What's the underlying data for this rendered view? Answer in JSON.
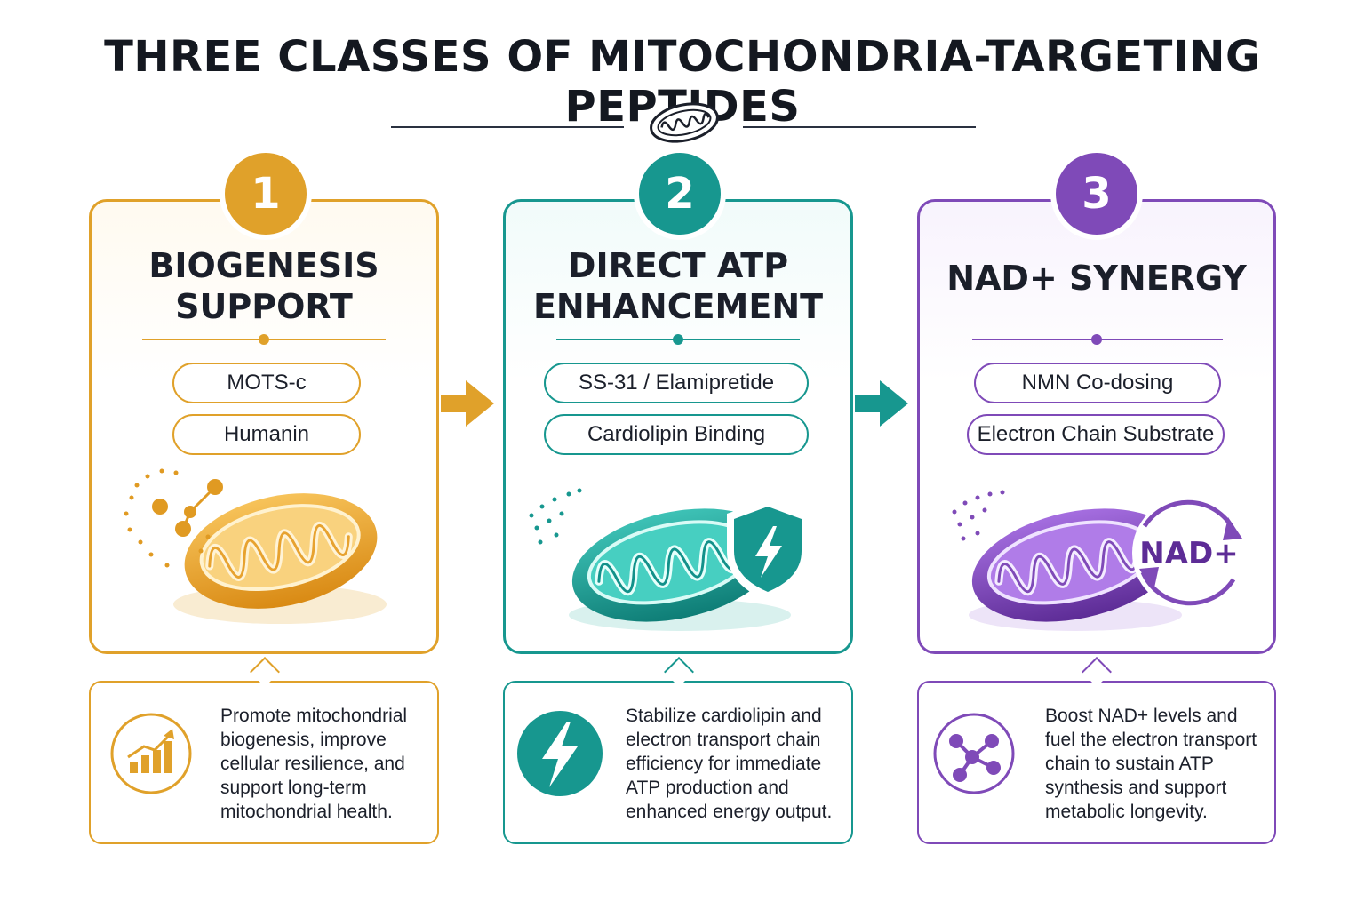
{
  "title": "THREE CLASSES OF MITOCHONDRIA-TARGETING PEPTIDES",
  "colors": {
    "gold": "#e0a12a",
    "teal": "#17978f",
    "purple": "#7f4ab8"
  },
  "panels": [
    {
      "number": "1",
      "heading_line1": "BIOGENESIS",
      "heading_line2": "SUPPORT",
      "pills": [
        "MOTS-c",
        "Humanin"
      ],
      "art_icon": "mitochondrion-molecules-icon",
      "desc_icon": "growth-chart-icon",
      "desc_lines": [
        "Promote mitochondrial",
        "biogenesis, improve",
        "cellular resilience, and",
        "support long-term",
        "mitochondrial health."
      ]
    },
    {
      "number": "2",
      "heading_line1": "DIRECT ATP",
      "heading_line2": "ENHANCEMENT",
      "pills": [
        "SS-31 / Elamipretide",
        "Cardiolipin Binding"
      ],
      "art_icon": "mitochondrion-shield-icon",
      "desc_icon": "lightning-icon",
      "desc_lines": [
        "Stabilize cardiolipin and",
        "electron transport chain",
        "efficiency for immediate",
        "ATP production and",
        "enhanced energy output."
      ]
    },
    {
      "number": "3",
      "heading_line1": "NAD+ SYNERGY",
      "heading_line2": "",
      "pills": [
        "NMN Co-dosing",
        "Electron Chain Substrate"
      ],
      "art_icon": "mitochondrion-nad-cycle-icon",
      "art_label": "NAD+",
      "desc_icon": "molecule-network-icon",
      "desc_lines": [
        "Boost NAD+ levels and",
        "fuel the electron transport",
        "chain to sustain ATP",
        "synthesis and support",
        "metabolic longevity."
      ]
    }
  ]
}
